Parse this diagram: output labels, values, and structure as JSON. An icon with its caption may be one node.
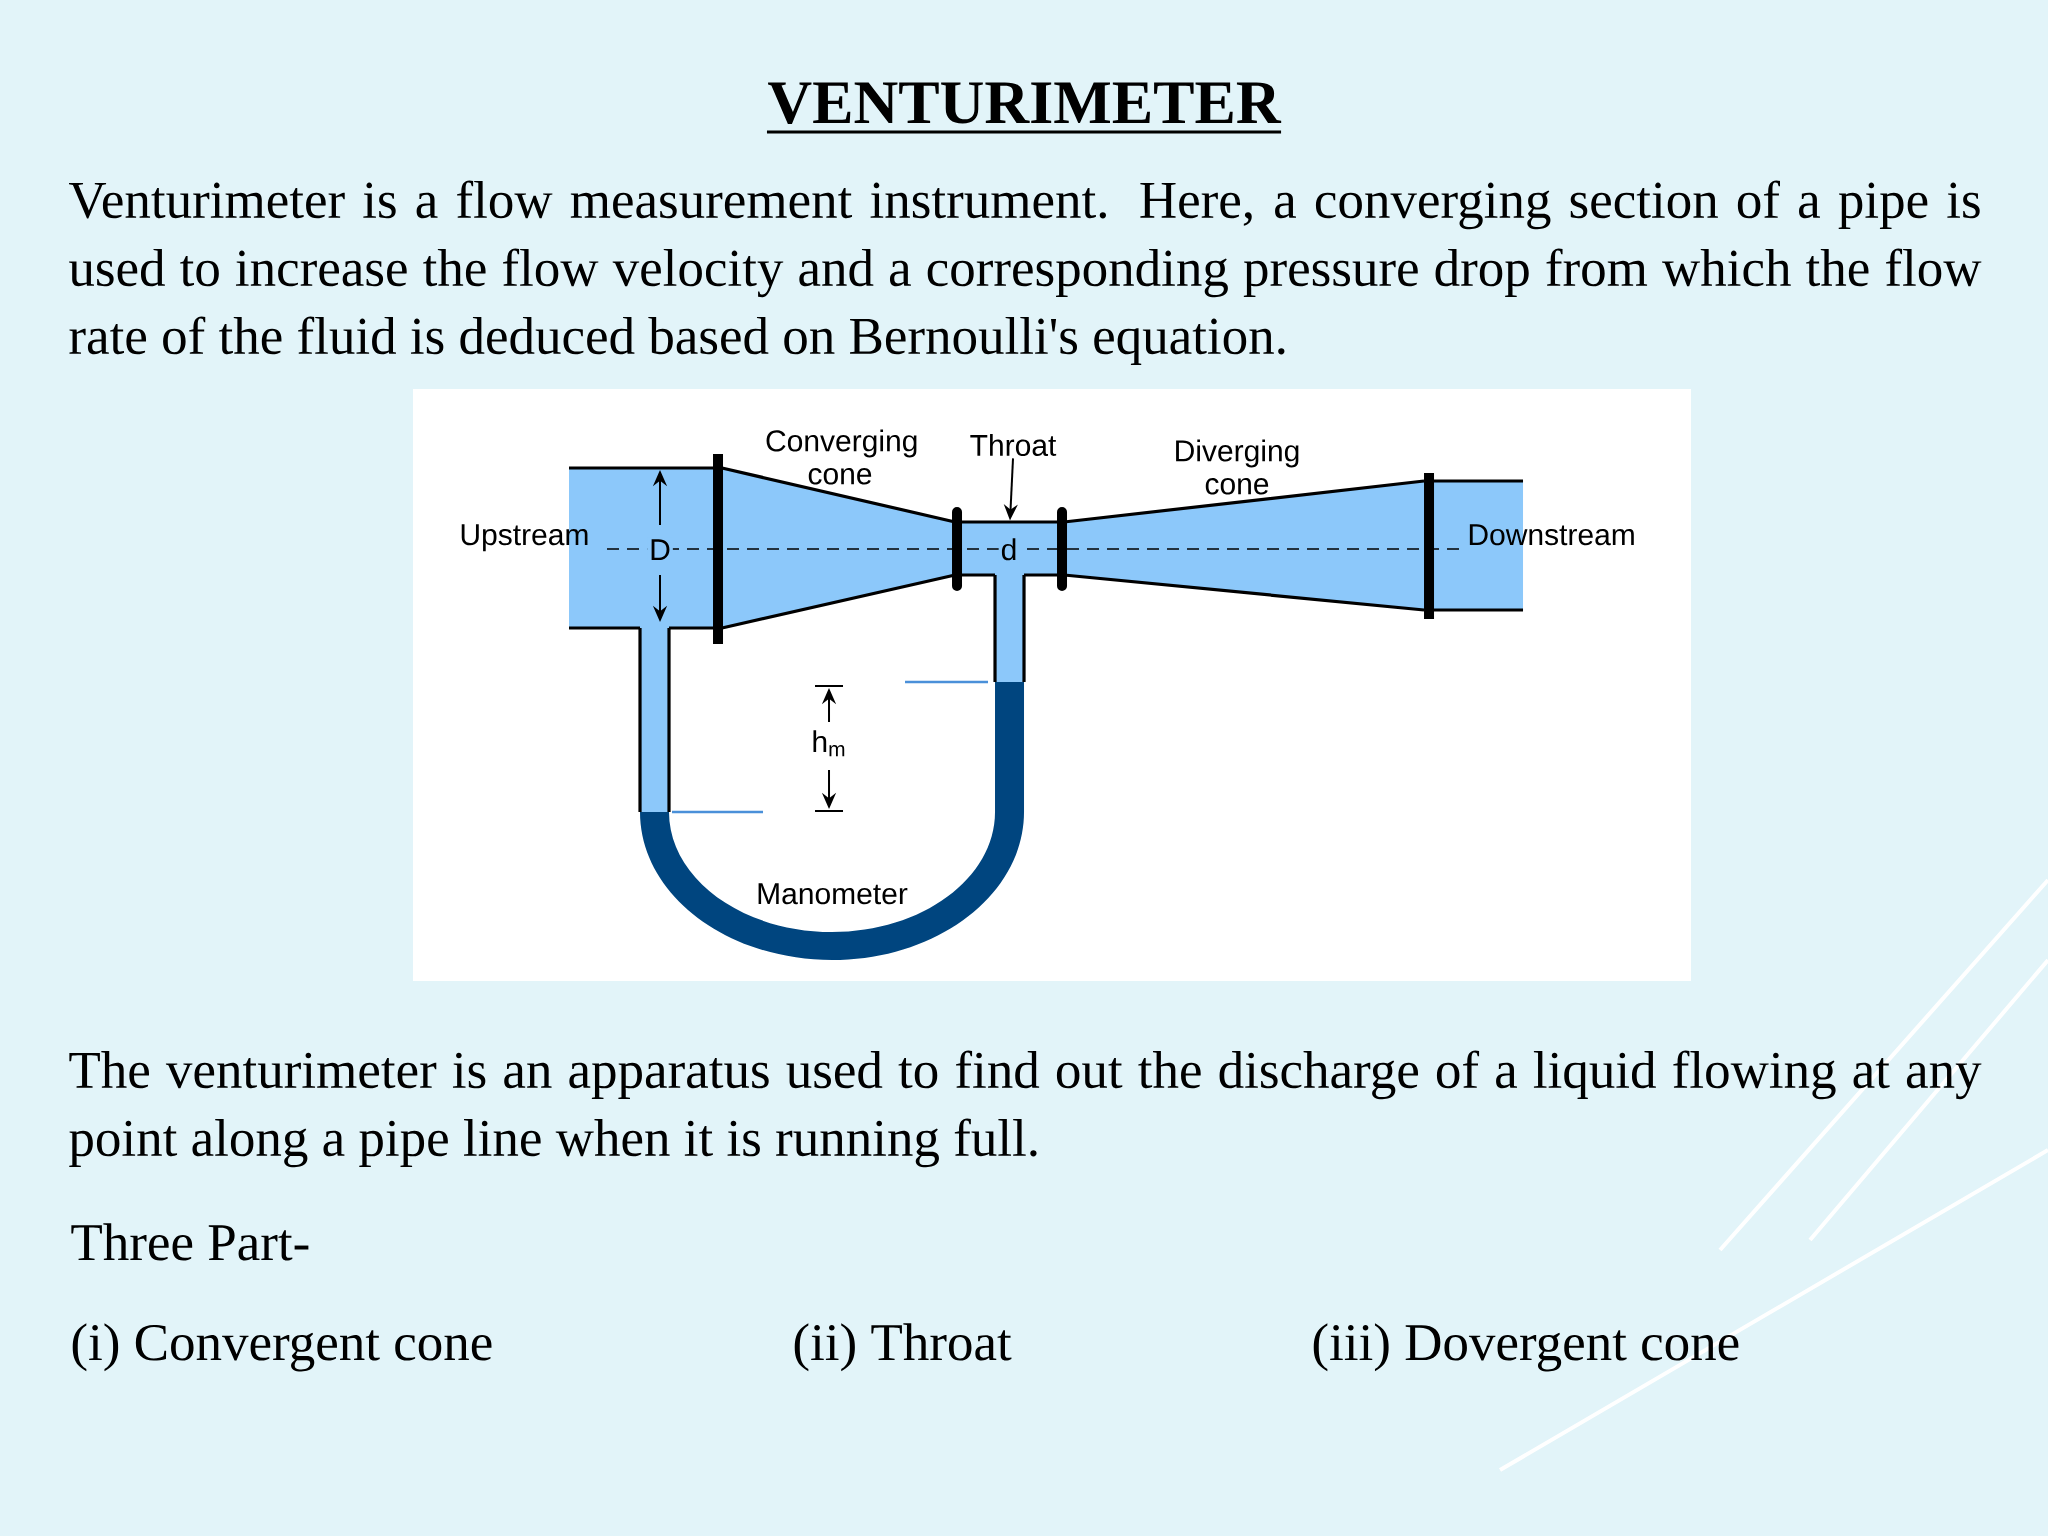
{
  "diagram": {
    "title": "VENTURIMETER",
    "nodes": [
      {
        "text": [
          "Throat"
        ]
      },
      {
        "text": [],
        "shape": "box"
      }
    ],
    "edges": [
      {
        "from": 0,
        "to": 1,
        "arrow": "to"
      }
    ],
    "labels": [
      "Venturimeter is a flow measurement instrument. Here, a converging section of a pipe is used to increase the flow velocity and a corresponding pressure drop from which the flow rate of the fluid is deduced based on Bernoulli's equation.",
      "Converging cone",
      "Diverging cone",
      "Upstream",
      "D",
      "d",
      "Downstream",
      "h$_{m}$",
      "Manometer",
      "The venturimeter is an apparatus used to find out the discharge of a liquid flowing at any point along a pipe line when it is running full.",
      "Three Part-",
      "(i) Convergent cone",
      "(ii) Throat",
      "(iii) Dovergent cone"
    ]
  }
}
